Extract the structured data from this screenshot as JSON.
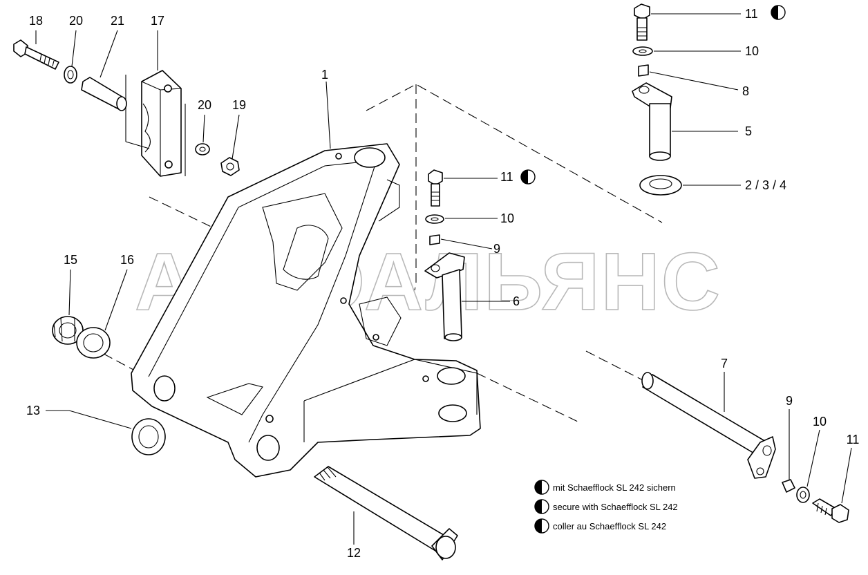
{
  "watermark": "АВТОАЛЬЯНС",
  "callouts": {
    "c1": "1",
    "c2": "2 / 3 / 4",
    "c5": "5",
    "c6": "6",
    "c7": "7",
    "c8": "8",
    "c9a": "9",
    "c9b": "9",
    "c10a": "10",
    "c10b": "10",
    "c10c": "10",
    "c11a": "11",
    "c11b": "11",
    "c11c": "11",
    "c12": "12",
    "c13": "13",
    "c15": "15",
    "c16": "16",
    "c17": "17",
    "c18": "18",
    "c19": "19",
    "c20a": "20",
    "c20b": "20",
    "c21": "21"
  },
  "legend": [
    {
      "text": "mit Schaefflock SL 242 sichern",
      "icon": "half-filled-circle-icon"
    },
    {
      "text": "secure with Schaefflock SL 242",
      "icon": "half-filled-circle-icon"
    },
    {
      "text": "coller au Schaefflock SL 242",
      "icon": "half-filled-circle-icon"
    }
  ]
}
